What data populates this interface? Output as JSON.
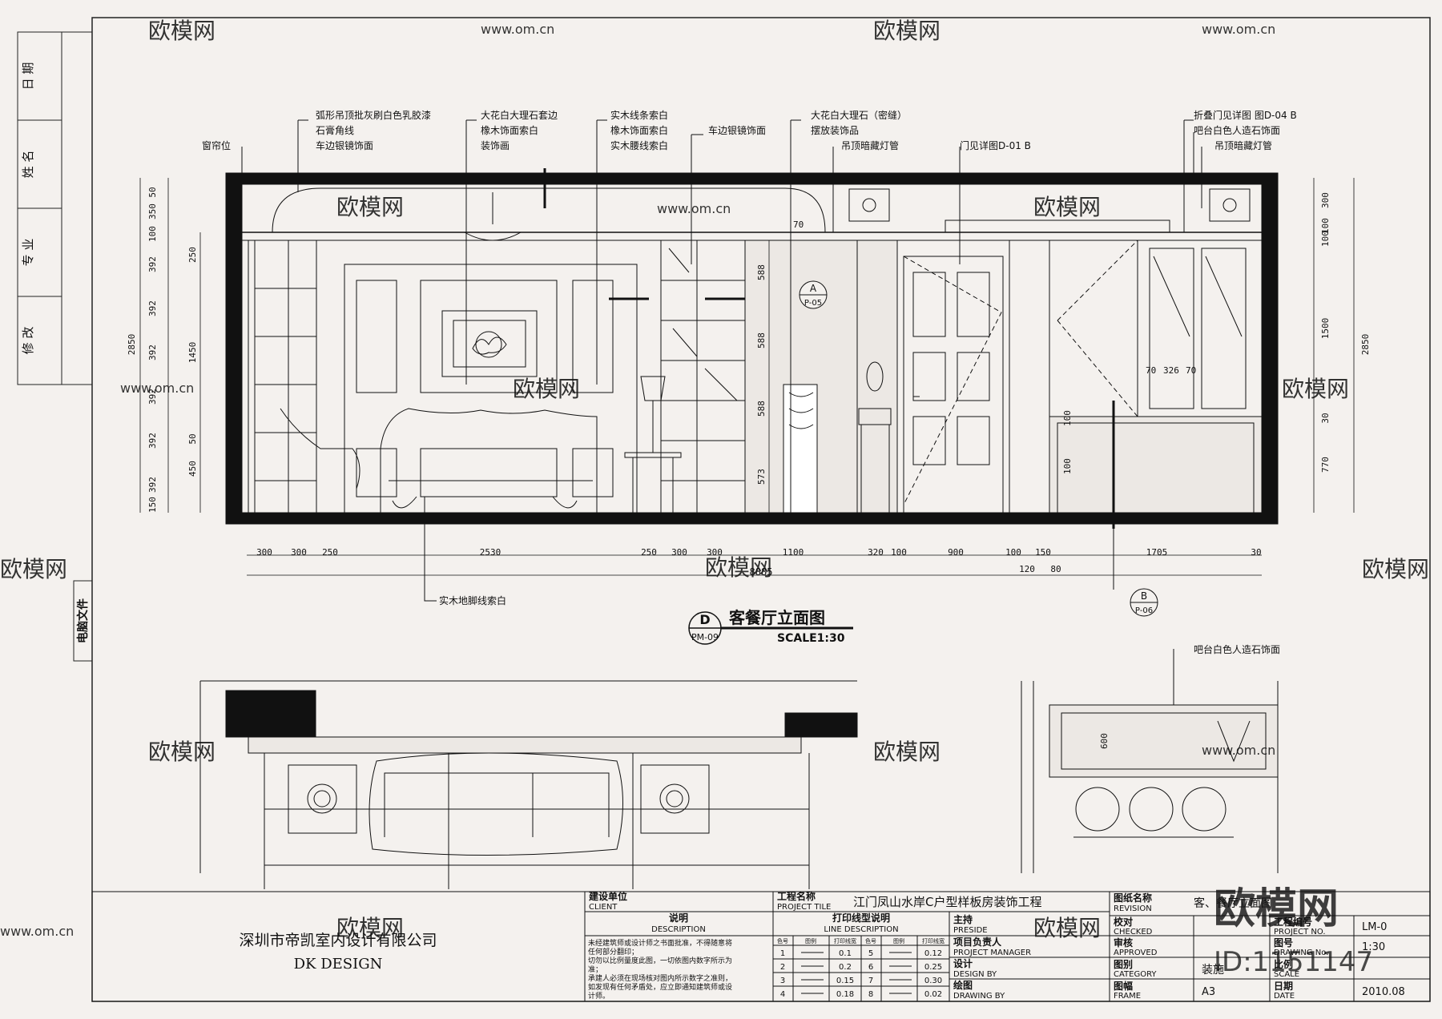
{
  "revision_column": {
    "labels": [
      "日 期",
      "姓 名",
      "专 业",
      "修 改"
    ],
    "computer_file": "电脑文件"
  },
  "annotations_top": [
    "弧形吊顶批灰刷白色乳胶漆",
    "石膏角线",
    "车边银镜饰面",
    "大花白大理石套边",
    "橡木饰面索白",
    "装饰画",
    "实木线条索白",
    "橡木饰面索白",
    "实木腰线索白",
    "车边银镜饰面",
    "大花白大理石（密缝）",
    "摆放装饰品",
    "吊顶暗藏灯管",
    "门见详图D-01 B",
    "折叠门见详图 图D-04 B",
    "吧台白色人造石饰面",
    "吊顶暗藏灯管"
  ],
  "annotation_curtain": "窗帘位",
  "annotation_baseboard": "实木地脚线索白",
  "annotation_bar_plan": "吧台白色人造石饰面",
  "dims_left": [
    "50",
    "350",
    "100",
    "392",
    "392",
    "392",
    "392",
    "392",
    "392",
    "150"
  ],
  "dims_left_inner": [
    "250",
    "1450",
    "50",
    "450"
  ],
  "dim_left_total": "2850",
  "dims_mid": [
    "588",
    "588",
    "588",
    "573"
  ],
  "dims_right": [
    "300",
    "100",
    "100",
    "1500",
    "30",
    "770"
  ],
  "dim_right_total": "2850",
  "dim_small_70": "70",
  "dims_bottom": [
    "300",
    "300",
    "250",
    "2530",
    "250",
    "300",
    "300",
    "1100",
    "320",
    "100",
    "900",
    "100",
    "150",
    "1705",
    "30"
  ],
  "dims_bottom_extra": [
    "120",
    "80"
  ],
  "dim_bottom_total": "8885",
  "dims_bar": [
    "70",
    "326",
    "70"
  ],
  "dims_door_top": [
    "100",
    "100"
  ],
  "dim_plan_600": "600",
  "callouts": [
    {
      "top": "A",
      "bottom": "P-05"
    },
    {
      "top": "B",
      "bottom": "P-06"
    }
  ],
  "drawing_title": {
    "marker_top": "D",
    "marker_bottom": "PM-09",
    "title": "客餐厅立面图",
    "scale": "SCALE1:30"
  },
  "title_block": {
    "company_cn": "深圳市帝凯室内设计有限公司",
    "company_en": "DK    DESIGN",
    "client_label": "建设单位",
    "client_label_en": "CLIENT",
    "notes_label": "说明",
    "notes_label_en": "DESCRIPTION",
    "notes": [
      "未经建筑师或设计师之书面批准，不得随意将",
      "任何部分翻印；",
      "切勿以比例量度此图，一切依图内数字所示为",
      "准；",
      "承建人必须在现场核对图内所示数字之准则，",
      "如发现有任何矛盾处，应立即通知建筑师或设",
      "计师。"
    ],
    "project_label": "工程名称",
    "project_label_en": "PROJECT TILE",
    "project_name": "江门凤山水岸C户型样板房装饰工程",
    "line_desc_label": "打印线型说明",
    "line_desc_label_en": "LINE DESCRIPTION",
    "line_headers": [
      "色号",
      "图例",
      "打印线宽",
      "色号",
      "图例",
      "打印线宽"
    ],
    "line_rows": [
      [
        "1",
        "0.1",
        "5",
        "0.12"
      ],
      [
        "2",
        "0.2",
        "6",
        "0.25"
      ],
      [
        "3",
        "0.15",
        "7",
        "0.30"
      ],
      [
        "4",
        "0.18",
        "8",
        "0.02"
      ]
    ],
    "roles": [
      {
        "cn": "主持",
        "en": "PRESIDE"
      },
      {
        "cn": "项目负责人",
        "en": "PROJECT MANAGER"
      },
      {
        "cn": "设计",
        "en": "DESIGN BY"
      },
      {
        "cn": "绘图",
        "en": "DRAWING BY"
      }
    ],
    "sheet_name_label": "图纸名称",
    "sheet_name_label_en": "REVISION",
    "sheet_name": "客、餐厅立面图",
    "checked_cn": "校对",
    "checked_en": "CHECKED",
    "approved_cn": "审核",
    "approved_en": "APPROVED",
    "category_cn": "图别",
    "category_en": "CATEGORY",
    "category": "装施",
    "frame_cn": "图幅",
    "frame_en": "FRAME",
    "frame": "A3",
    "project_no_cn": "工程编号",
    "project_no_en": "PROJECT NO.",
    "project_no": "LM-0",
    "drawing_no_cn": "图号",
    "drawing_no_en": "DRAWING No.",
    "scale_cn": "比例",
    "scale_en": "SCALE",
    "scale": "1:30",
    "date_cn": "日期",
    "date_en": "DATE",
    "date": "2010.08"
  },
  "watermarks": {
    "brand": "欧模网",
    "site": "www.om.cn",
    "big_logo": "欧模网",
    "id": "ID:1151147"
  }
}
